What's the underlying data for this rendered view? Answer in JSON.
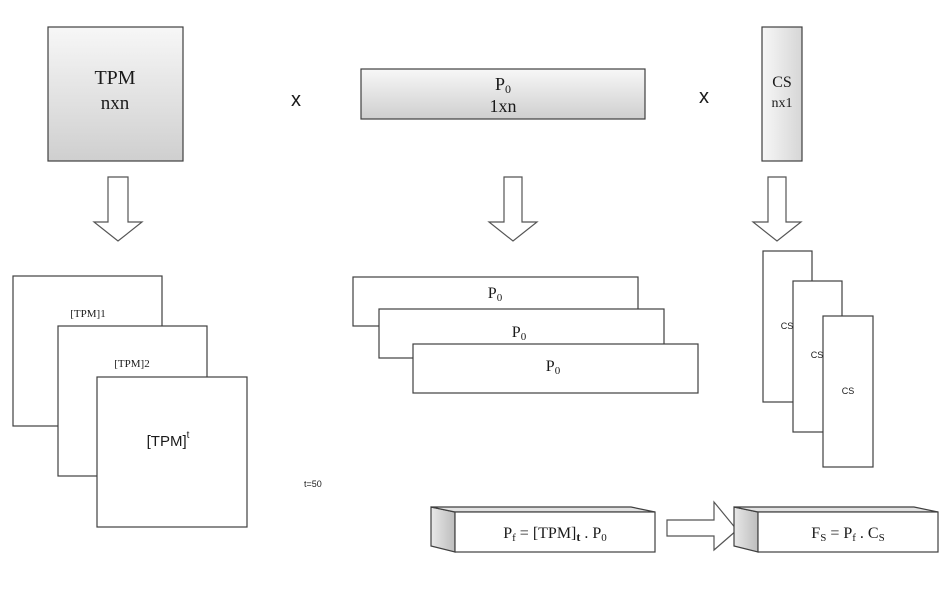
{
  "top_row": {
    "tpm": {
      "name": "TPM",
      "dim": "nxn"
    },
    "times_1": "x",
    "p0": {
      "name": "P",
      "sub": "0",
      "dim": "1xn"
    },
    "times_2": "x",
    "cs": {
      "name": "CS",
      "dim": "nx1"
    }
  },
  "tpm_stack": [
    {
      "base": "[TPM]",
      "exp": "1"
    },
    {
      "base": "[TPM]",
      "exp": "2"
    },
    {
      "base": "[TPM]",
      "exp": "t"
    }
  ],
  "p0_stack": [
    {
      "base": "P",
      "sub": "0"
    },
    {
      "base": "P",
      "sub": "0"
    },
    {
      "base": "P",
      "sub": "0"
    }
  ],
  "cs_stack": [
    "CS",
    "CS",
    "CS"
  ],
  "t_note": "t=50",
  "pf_box": {
    "lhs_base": "P",
    "lhs_sub": "f",
    "eq": " = [TPM]",
    "t": "t",
    "dot": " . P",
    "p_sub": "0"
  },
  "fs_box": {
    "lhs_base": "F",
    "lhs_sub": "S",
    "eq": " = P",
    "pf_sub": "f",
    "dot": " . C",
    "c_sub": "S"
  },
  "colors": {
    "box_fill_top": "#f6f6f6",
    "box_fill_bottom": "#d0d0d0",
    "outline": "#3f3f3f"
  }
}
